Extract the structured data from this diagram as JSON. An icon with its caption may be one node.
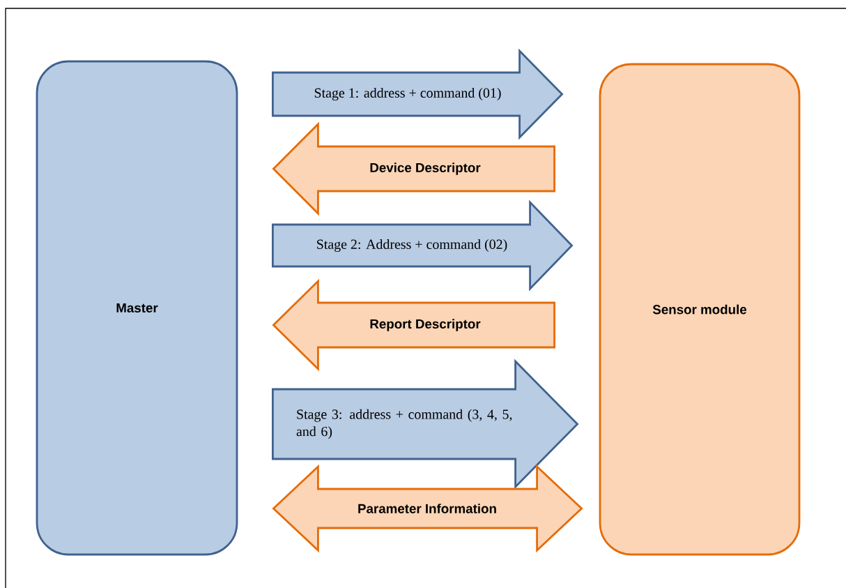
{
  "diagram": {
    "nodes": [
      {
        "text": [
          "Master"
        ]
      },
      {
        "text": [
          "Sensor module"
        ]
      }
    ],
    "edges": [
      {
        "from": 0,
        "to": 1,
        "arrow": "to",
        "label": "Stage 1: address + command (01)",
        "color": "#41628e"
      },
      {
        "from": 1,
        "to": 0,
        "arrow": "to",
        "label": "Device Descriptor",
        "color": "#e46c0a"
      },
      {
        "from": 0,
        "to": 1,
        "arrow": "to",
        "label": "Stage 2: Address + command (02)",
        "color": "#41628e"
      },
      {
        "from": 1,
        "to": 0,
        "arrow": "to",
        "label": "Report Descriptor",
        "color": "#e46c0a"
      },
      {
        "from": 0,
        "to": 1,
        "arrow": "to",
        "label": "Stage 3: address + command (3, 4, 5, and 6)",
        "color": "#41628e"
      },
      {
        "from": 0,
        "to": 1,
        "arrow": "both",
        "label": "Parameter Information",
        "color": "#e46c0a"
      }
    ]
  }
}
